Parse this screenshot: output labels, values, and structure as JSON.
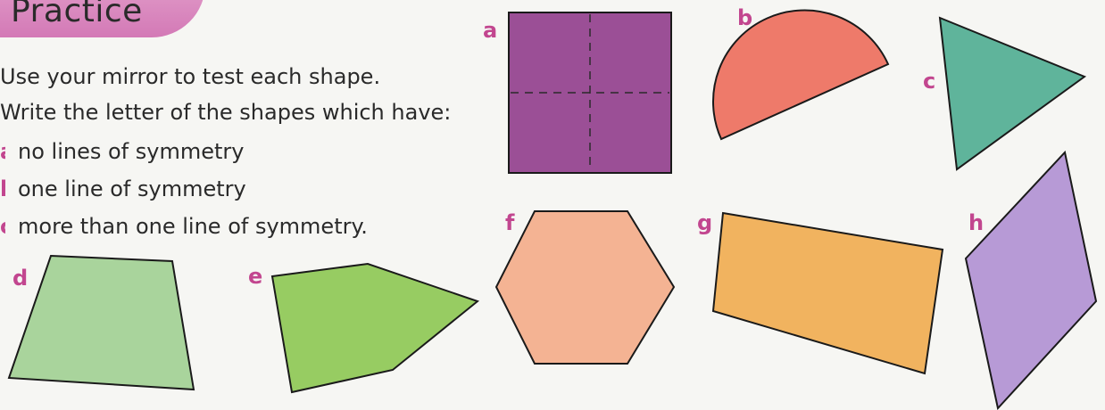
{
  "header": {
    "title": "Practice"
  },
  "instructions": {
    "line1": "Use your mirror to test each shape.",
    "line2": "Write the letter of the shapes which have:"
  },
  "questions": [
    {
      "marker": "a",
      "text": "no lines of symmetry"
    },
    {
      "marker": "b",
      "text": "one line of symmetry"
    },
    {
      "marker": "c",
      "text": "more than one line of symmetry."
    }
  ],
  "shapes": [
    {
      "letter": "a",
      "shape": "square",
      "color": "#9b4f96"
    },
    {
      "letter": "b",
      "shape": "semicircle",
      "color": "#ee7a6a"
    },
    {
      "letter": "c",
      "shape": "triangle",
      "color": "#5fb49b"
    },
    {
      "letter": "d",
      "shape": "trapezium",
      "color": "#a9d49c"
    },
    {
      "letter": "e",
      "shape": "irregular pentagon",
      "color": "#97cc62"
    },
    {
      "letter": "f",
      "shape": "hexagon",
      "color": "#f4b393"
    },
    {
      "letter": "g",
      "shape": "quadrilateral",
      "color": "#f1b35f"
    },
    {
      "letter": "h",
      "shape": "rhombus",
      "color": "#b79ad6"
    }
  ],
  "colors": {
    "accent": "#c2468f",
    "header_tab": "#d88ec0",
    "outline": "#1a1a1a"
  }
}
